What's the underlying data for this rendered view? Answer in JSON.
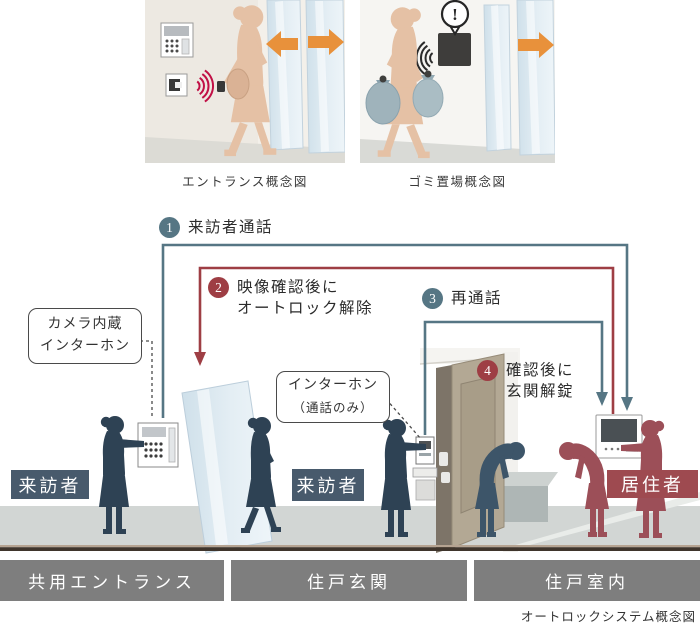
{
  "title": "オートロックシステム概念図",
  "colors": {
    "accent_blue": "#567684",
    "accent_red": "#9e3e44",
    "label_blue_bg": "#485a6c",
    "label_red_bg": "#9e4a50",
    "zone_bar_bg": "#7e7e7e",
    "door_arrow_orange": "#e8913b",
    "signal_red": "#c11046",
    "silhouette_blue": "#2e4254",
    "silhouette_red": "#9c4f58",
    "skin_tan": "#e5c1a5",
    "garbage_bag_blue": "#9fb3bb"
  },
  "top_figures": [
    {
      "caption": "エントランス概念図"
    },
    {
      "caption": "ゴミ置場概念図",
      "bubble": "!"
    }
  ],
  "steps": [
    {
      "num": "1",
      "color": "blue",
      "lines": [
        "来訪者通話"
      ]
    },
    {
      "num": "2",
      "color": "red",
      "lines": [
        "映像確認後に",
        "オートロック解除"
      ]
    },
    {
      "num": "3",
      "color": "blue",
      "lines": [
        "再通話"
      ]
    },
    {
      "num": "4",
      "color": "red",
      "lines": [
        "確認後に",
        "玄関解錠"
      ]
    }
  ],
  "callouts": [
    {
      "lines": [
        "カメラ内蔵",
        "インターホン"
      ]
    },
    {
      "lines": [
        "インターホン",
        "（通話のみ）"
      ]
    }
  ],
  "person_labels": [
    {
      "text": "来訪者",
      "variant": "blue"
    },
    {
      "text": "来訪者",
      "variant": "blue"
    },
    {
      "text": "居住者",
      "variant": "red"
    }
  ],
  "zones": [
    {
      "label": "共用エントランス"
    },
    {
      "label": "住戸玄関"
    },
    {
      "label": "住戸室内"
    }
  ],
  "footer_caption": "オートロックシステム概念図"
}
